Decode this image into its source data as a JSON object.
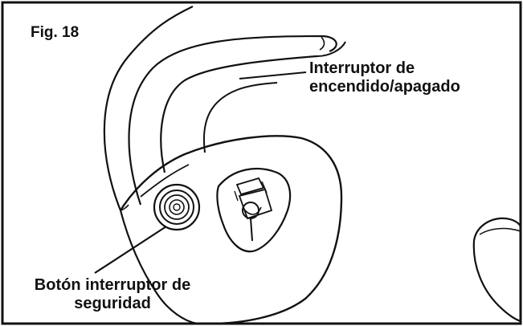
{
  "figure": {
    "title": "Fig. 18"
  },
  "callouts": {
    "power_switch": {
      "line1": "Interruptor de",
      "line2": "encendido/apagado"
    },
    "safety_button": {
      "line1": "Botón interruptor de",
      "line2": "seguridad"
    }
  },
  "colors": {
    "line": "#111111",
    "background": "#ffffff"
  }
}
